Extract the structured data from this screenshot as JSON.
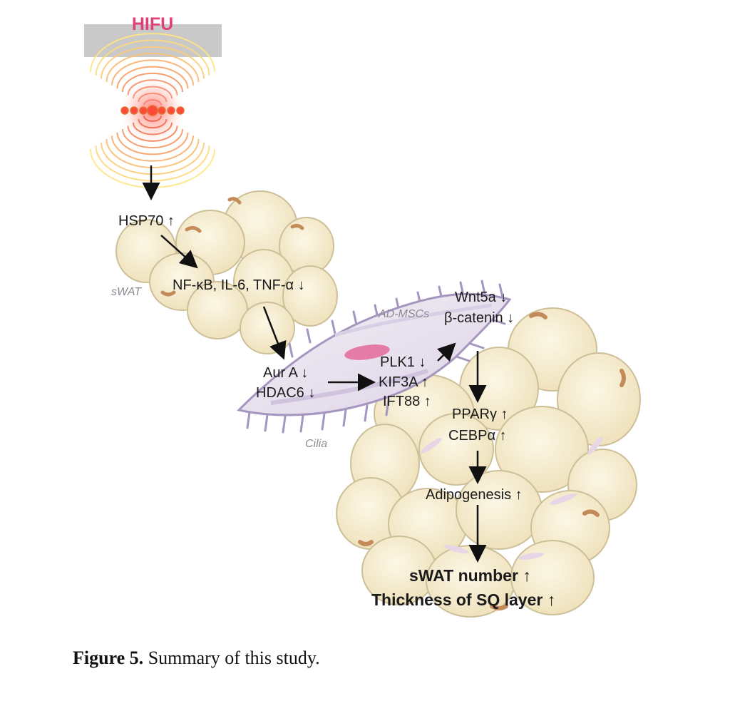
{
  "hifu_label": "HIFU",
  "sections": {
    "swat": "sWAT",
    "ad_mscs": "AD-MSCs",
    "cilia": "Cilia"
  },
  "nodes": {
    "hsp70": "HSP70 ↑",
    "inflammation": "NF-κB, IL-6, TNF-α ↓",
    "aur_a": "Aur A ↓",
    "hdac6": "HDAC6 ↓",
    "plk1": "PLK1 ↓",
    "kif3a": "KIF3A ↑",
    "ift88": "IFT88 ↑",
    "wnt5a": "Wnt5a ↓",
    "beta_catenin": "β-catenin ↓",
    "ppar_gamma": "PPARγ ↑",
    "cebp_alpha": "CEBPα ↑",
    "adipogenesis": "Adipogenesis ↑",
    "swat_number": "sWAT number ↑",
    "thickness": "Thickness of SQ layer ↑"
  },
  "caption": {
    "label": "Figure 5.",
    "text": " Summary of this study."
  },
  "colors": {
    "hifu_text": "#e0407a",
    "cell_fill": "#f7edcf",
    "cell_stroke": "#cdbf98",
    "msc_fill": "#e9e2ee",
    "msc_stroke": "#a596bf",
    "nucleus": "#e46a9a"
  }
}
